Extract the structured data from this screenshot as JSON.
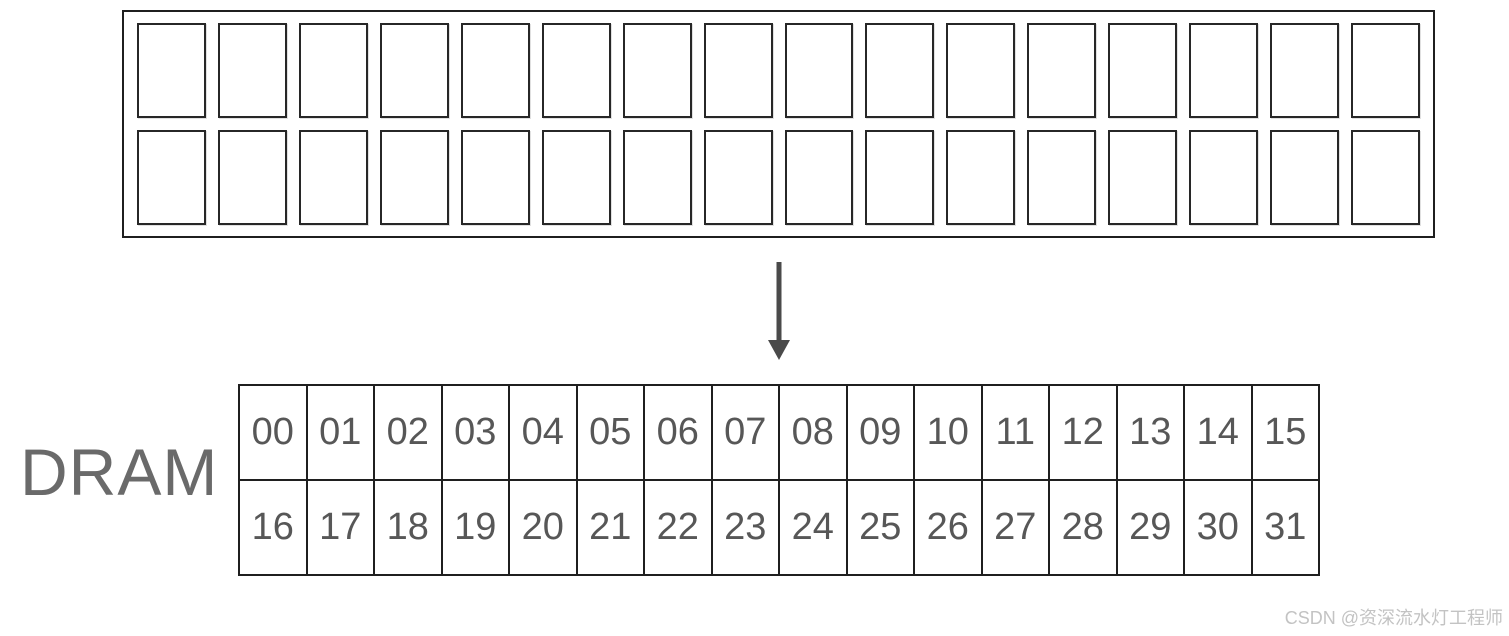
{
  "colors": {
    "background": "#ffffff",
    "grid_border": "#1f1f1f",
    "cell_border": "#272727",
    "number_text": "#575757",
    "dram_label": "#6a6a6a",
    "arrow": "#4a4a4a",
    "watermark": "#c3c3c3"
  },
  "top_grid": {
    "rows": 2,
    "cols": 16,
    "cell_count": 32
  },
  "arrow": {
    "direction": "down"
  },
  "dram": {
    "label": "DRAM",
    "rows": [
      [
        "00",
        "01",
        "02",
        "03",
        "04",
        "05",
        "06",
        "07",
        "08",
        "09",
        "10",
        "11",
        "12",
        "13",
        "14",
        "15"
      ],
      [
        "16",
        "17",
        "18",
        "19",
        "20",
        "21",
        "22",
        "23",
        "24",
        "25",
        "26",
        "27",
        "28",
        "29",
        "30",
        "31"
      ]
    ]
  },
  "watermark": {
    "text": "CSDN @资深流水灯工程师"
  }
}
